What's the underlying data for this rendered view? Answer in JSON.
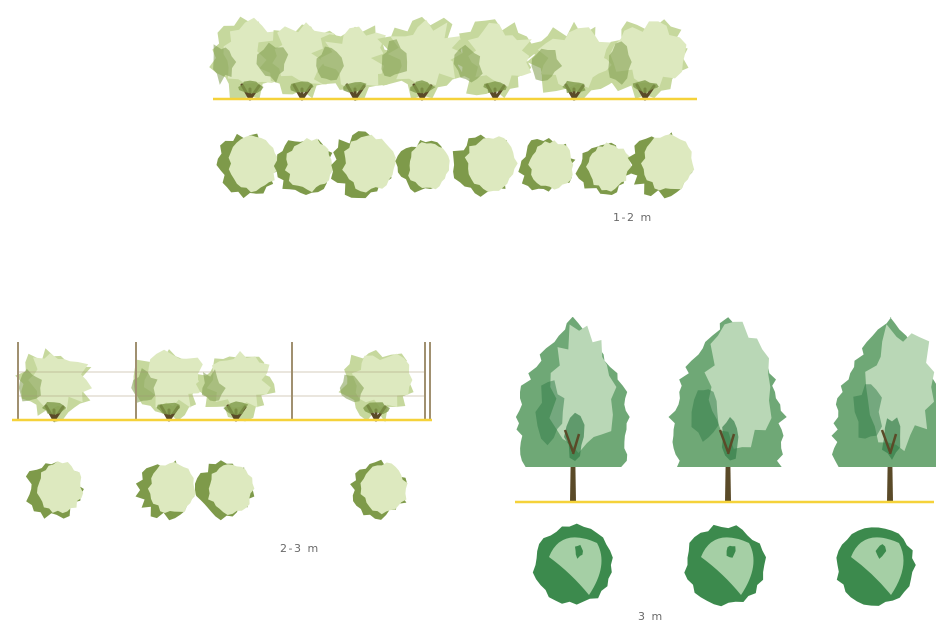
{
  "labels": {
    "panel_a": "1-2 m",
    "panel_b": "2-3 m",
    "panel_c": "3 m"
  },
  "colors": {
    "ground": "#f5d23a",
    "shrub_light": "#dde9bf",
    "shrub_mid": "#c6d89d",
    "shrub_dark": "#7e9a4a",
    "trunk": "#5a4a28",
    "tree_light": "#b9d7b6",
    "tree_mid": "#6fa876",
    "tree_dark": "#2f7a45",
    "tree_plan_light": "#a5cfa5",
    "tree_plan_dark": "#3c8a4d",
    "post": "#a09070",
    "label_text": "#6a6a6a"
  },
  "panels": [
    {
      "name": "dense-hedge",
      "label_key": "panel_a",
      "plant": "shrub",
      "elevation_count": 7,
      "plan_count": 8
    },
    {
      "name": "staked-shrubs",
      "label_key": "panel_b",
      "plant": "shrub",
      "elevation_count": 4,
      "plan_count": 4,
      "stakes": 5
    },
    {
      "name": "trees",
      "label_key": "panel_c",
      "plant": "tree",
      "elevation_count": 3,
      "plan_count": 3
    }
  ]
}
